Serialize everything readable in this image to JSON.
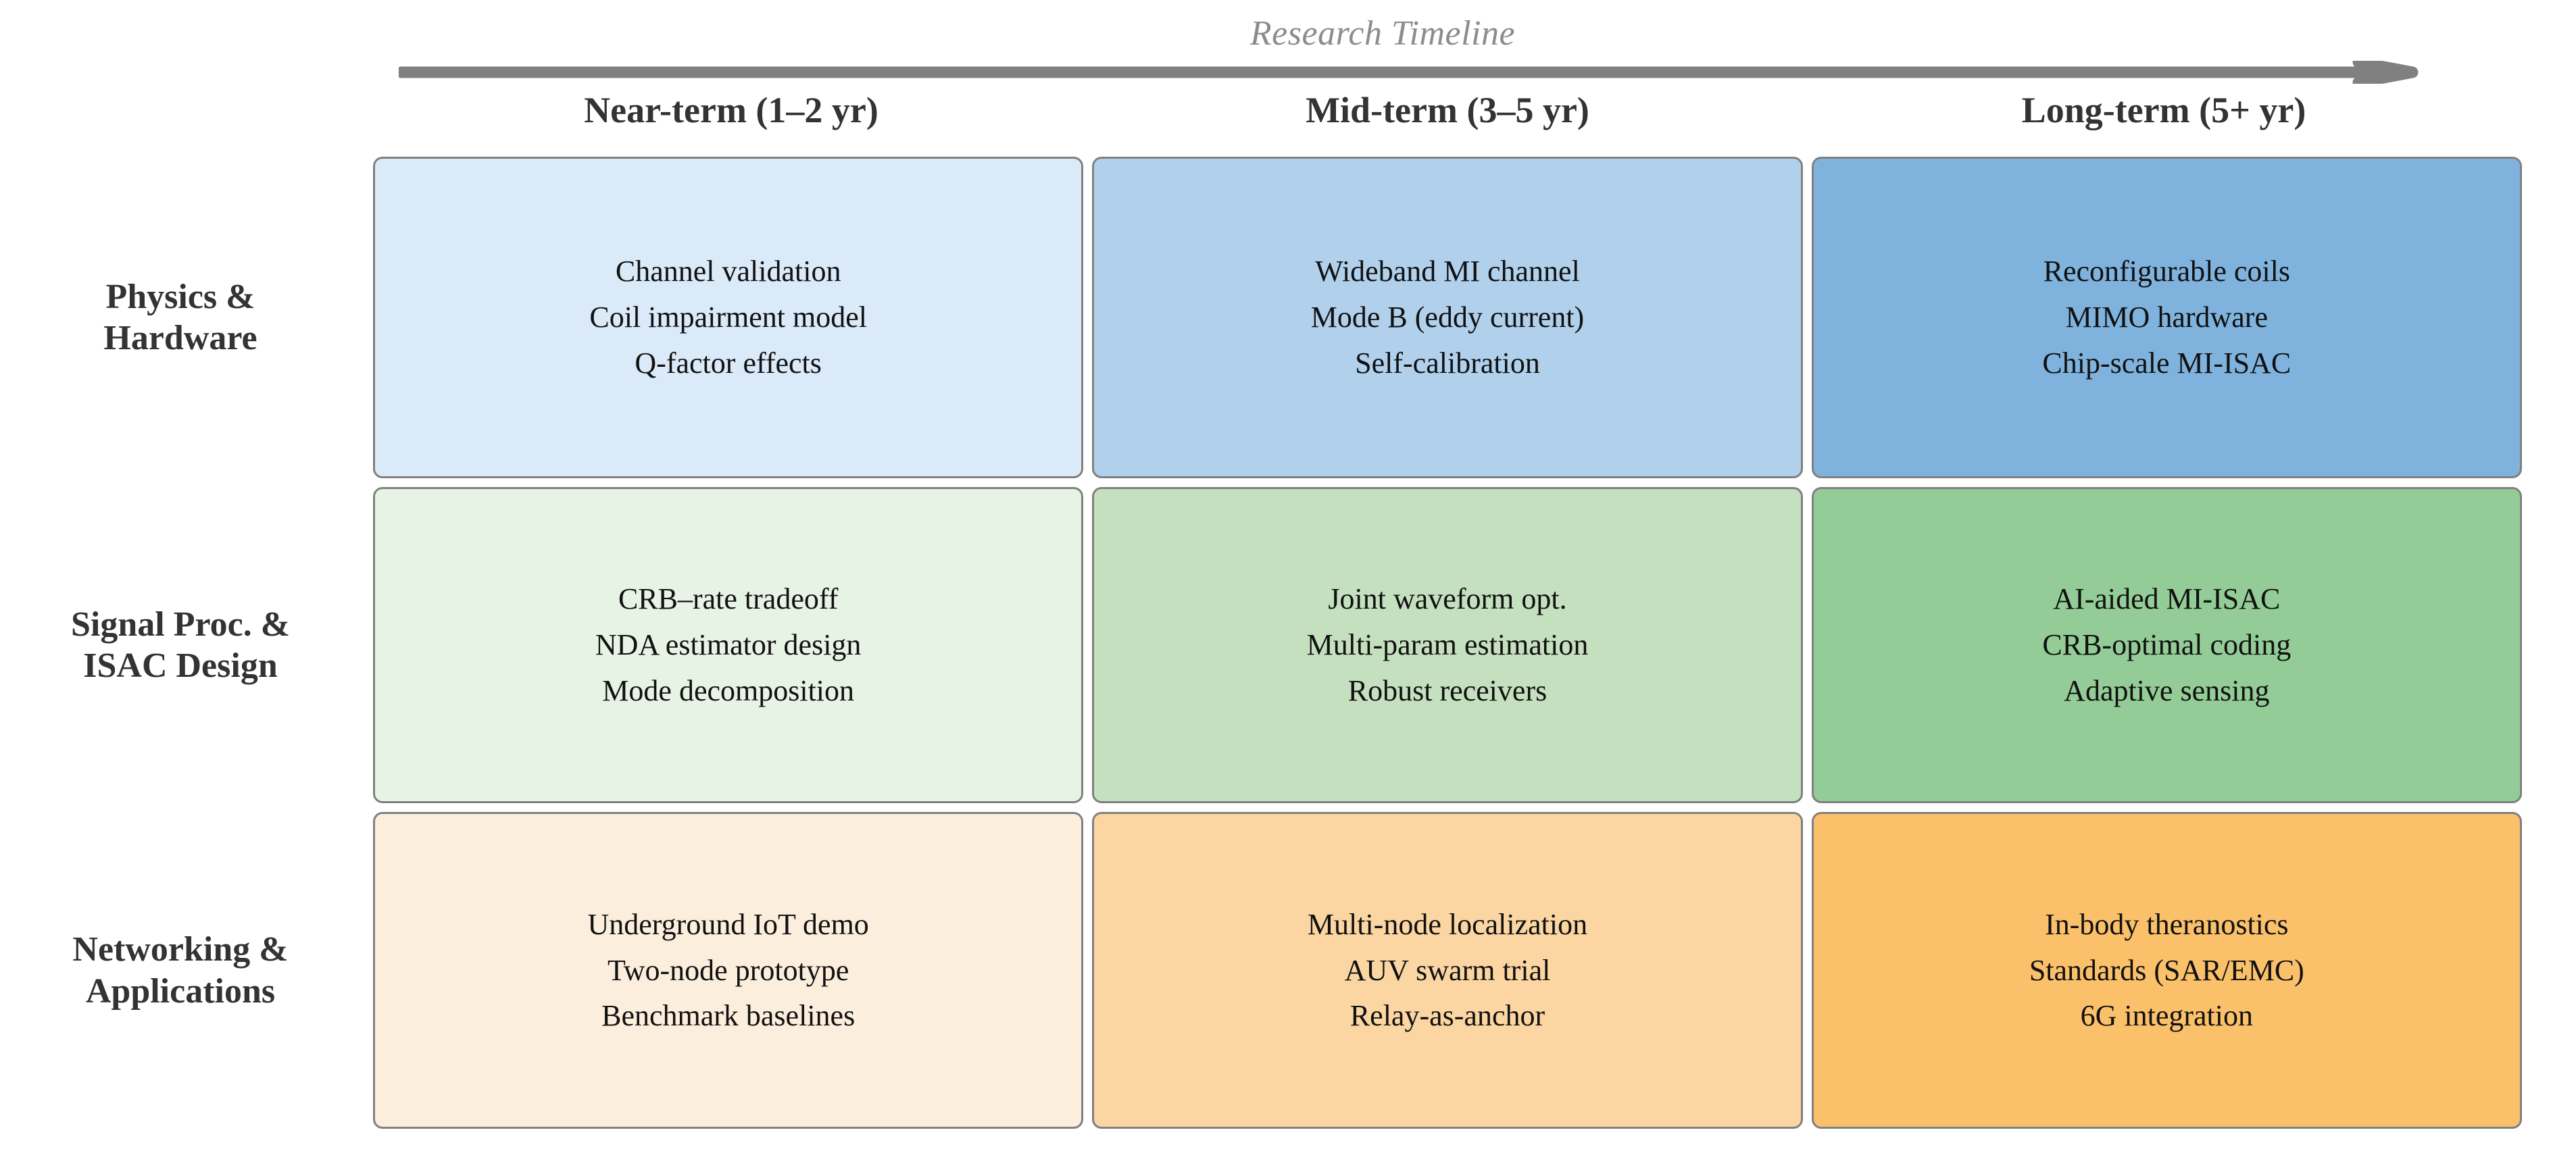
{
  "header": {
    "title": "Research Timeline",
    "arrow_icon": "right-arrow-icon",
    "columns": [
      "Near-term (1–2 yr)",
      "Mid-term (3–5 yr)",
      "Long-term (5+ yr)"
    ]
  },
  "colors": {
    "arrow": "#808080",
    "title": "#8c8c8c",
    "text": "#333333",
    "border": "#808080",
    "physics": [
      "#daeaf8",
      "#b0d0ec",
      "#7fb3dd"
    ],
    "signal": [
      "#e7f3e4",
      "#c5e0bf",
      "#93cc96"
    ],
    "networking": [
      "#fceedc",
      "#fbd6a2",
      "#fbc16a"
    ]
  },
  "rows": [
    {
      "label": "Physics &\nHardware",
      "cells": [
        {
          "column": "Near-term (1–2 yr)",
          "items": [
            "Channel validation",
            "Coil impairment model",
            "Q-factor effects"
          ],
          "text": "Channel validation\nCoil impairment model\nQ-factor effects",
          "color": "#daeaf8"
        },
        {
          "column": "Mid-term (3–5 yr)",
          "items": [
            "Wideband MI channel",
            "Mode B (eddy current)",
            "Self-calibration"
          ],
          "text": "Wideband MI channel\nMode B (eddy current)\nSelf-calibration",
          "color": "#b0d0ec"
        },
        {
          "column": "Long-term (5+ yr)",
          "items": [
            "Reconfigurable coils",
            "MIMO hardware",
            "Chip-scale MI-ISAC"
          ],
          "text": "Reconfigurable coils\nMIMO hardware\nChip-scale MI-ISAC",
          "color": "#7fb3dd"
        }
      ]
    },
    {
      "label": "Signal Proc. &\nISAC Design",
      "cells": [
        {
          "column": "Near-term (1–2 yr)",
          "items": [
            "CRB–rate tradeoff",
            "NDA estimator design",
            "Mode decomposition"
          ],
          "text": "CRB–rate tradeoff\nNDA estimator design\nMode decomposition",
          "color": "#e7f3e4"
        },
        {
          "column": "Mid-term (3–5 yr)",
          "items": [
            "Joint waveform opt.",
            "Multi-param estimation",
            "Robust receivers"
          ],
          "text": "Joint waveform opt.\nMulti-param estimation\nRobust receivers",
          "color": "#c5e0bf"
        },
        {
          "column": "Long-term (5+ yr)",
          "items": [
            "AI-aided MI-ISAC",
            "CRB-optimal coding",
            "Adaptive sensing"
          ],
          "text": "AI-aided MI-ISAC\nCRB-optimal coding\nAdaptive sensing",
          "color": "#93cc96"
        }
      ]
    },
    {
      "label": "Networking &\nApplications",
      "cells": [
        {
          "column": "Near-term (1–2 yr)",
          "items": [
            "Underground IoT demo",
            "Two-node prototype",
            "Benchmark baselines"
          ],
          "text": "Underground IoT demo\nTwo-node prototype\nBenchmark baselines",
          "color": "#fceedc"
        },
        {
          "column": "Mid-term (3–5 yr)",
          "items": [
            "Multi-node localization",
            "AUV swarm trial",
            "Relay-as-anchor"
          ],
          "text": "Multi-node localization\nAUV swarm trial\nRelay-as-anchor",
          "color": "#fbd6a2"
        },
        {
          "column": "Long-term (5+ yr)",
          "items": [
            "In-body theranostics",
            "Standards (SAR/EMC)",
            "6G integration"
          ],
          "text": "In-body theranostics\nStandards (SAR/EMC)\n6G integration",
          "color": "#fbc16a"
        }
      ]
    }
  ]
}
